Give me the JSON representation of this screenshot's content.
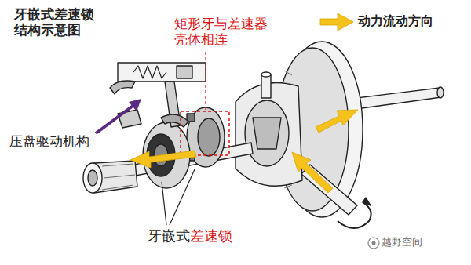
{
  "diagram": {
    "title": "牙嵌式差速锁 结构示意图",
    "labels": [
      "矩形牙与差速器 壳体相连",
      "压盘驱动机构",
      "牙嵌式",
      "差速锁",
      "越野空间"
    ],
    "legend": [
      {
        "text": "动力流动方向"
      }
    ]
  }
}
